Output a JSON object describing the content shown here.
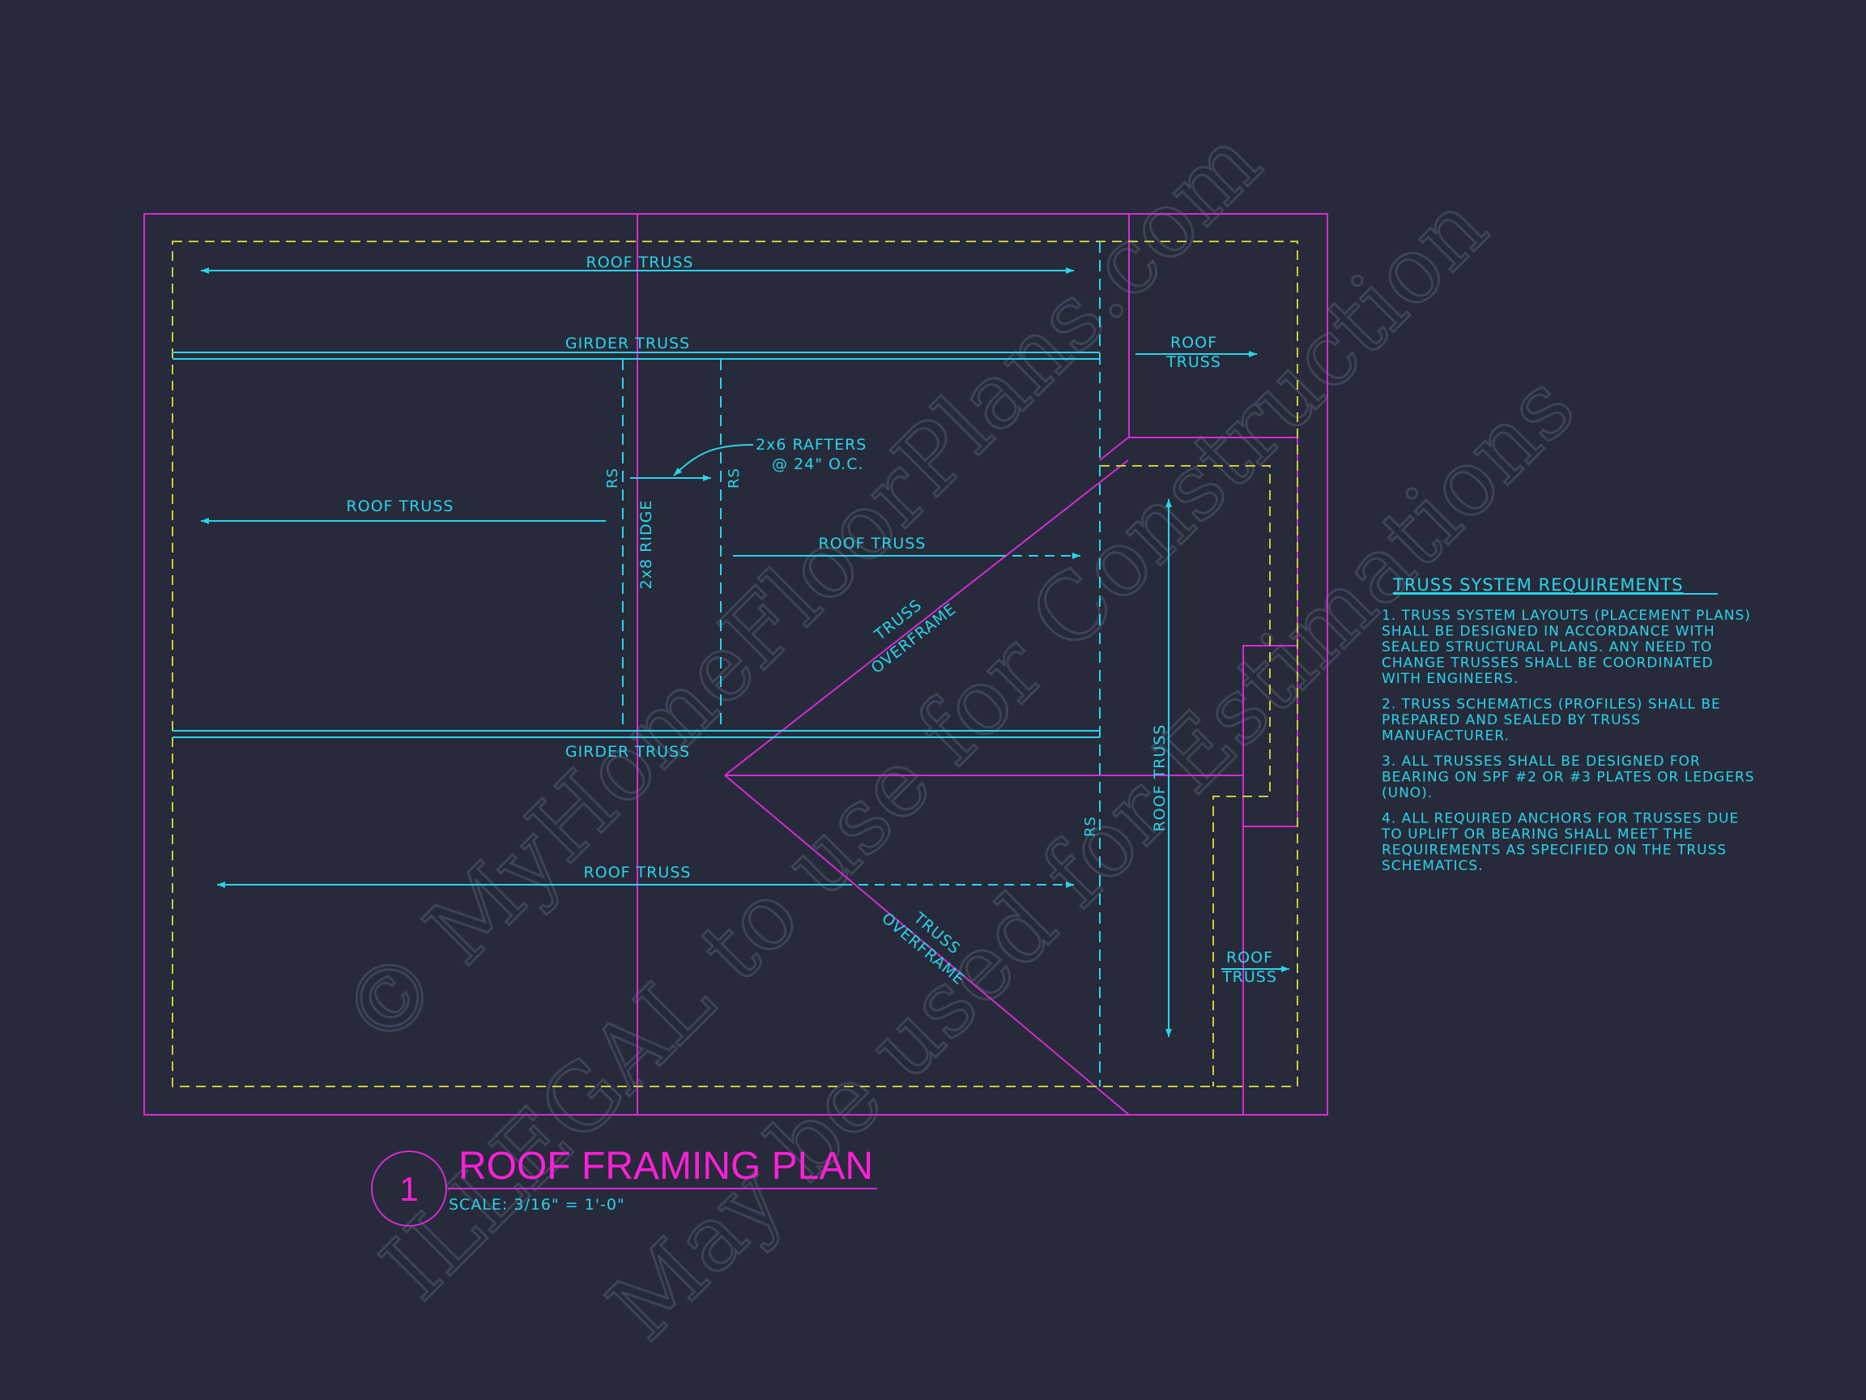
{
  "plan": {
    "labels": {
      "roof_truss": "ROOF TRUSS",
      "girder_truss": "GIRDER TRUSS",
      "roof": "ROOF",
      "truss": "TRUSS",
      "overframe": "OVERFRAME",
      "rafters_line1": "2x6 RAFTERS",
      "rafters_line2": "@ 24\" O.C.",
      "ridge": "2x8 RIDGE",
      "rs": "RS"
    }
  },
  "title_block": {
    "number": "1",
    "title": "ROOF FRAMING PLAN",
    "scale": "SCALE: 3/16\" = 1'-0\""
  },
  "notes": {
    "heading": "TRUSS SYSTEM REQUIREMENTS",
    "items": [
      [
        "1. TRUSS SYSTEM LAYOUTS (PLACEMENT PLANS)",
        "SHALL BE DESIGNED IN ACCORDANCE WITH",
        "SEALED STRUCTURAL PLANS. ANY NEED TO",
        "CHANGE TRUSSES SHALL BE COORDINATED",
        "WITH  ENGINEERS."
      ],
      [
        "2. TRUSS SCHEMATICS (PROFILES) SHALL BE",
        "PREPARED AND SEALED BY TRUSS",
        "MANUFACTURER."
      ],
      [
        "3. ALL TRUSSES SHALL BE DESIGNED FOR",
        "BEARING ON SPF #2 OR #3 PLATES OR LEDGERS",
        "(UNO)."
      ],
      [
        "4. ALL REQUIRED ANCHORS FOR TRUSSES DUE",
        "TO UPLIFT OR BEARING SHALL MEET THE",
        "REQUIREMENTS AS SPECIFIED ON THE TRUSS",
        "SCHEMATICS."
      ]
    ]
  },
  "watermark": {
    "line1": "© MyHomeFloorPlans.com",
    "line2": "ILLEGAL to use for Construction",
    "line3": "May be used for Estimations"
  },
  "colors": {
    "background": "#262a3a",
    "magenta": "#d42bd2",
    "cyan": "#2ad4e8",
    "yellow": "#c9cc3a",
    "title_magenta": "#ff1fd7",
    "watermark": "#3e4356"
  }
}
